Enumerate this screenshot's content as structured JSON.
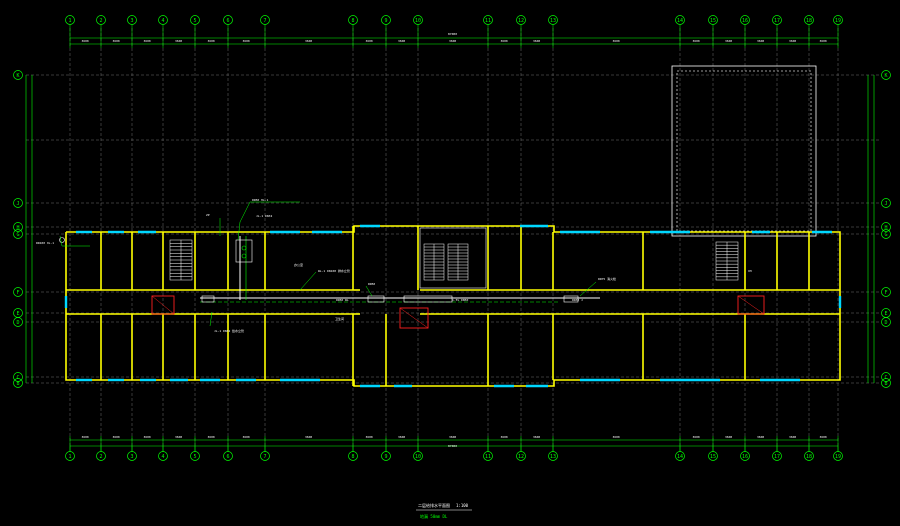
{
  "drawing": {
    "title": "二层给排水平面图",
    "scale": "1:100",
    "subtitle": "地漏 50mm DL",
    "colors": {
      "background": "#000000",
      "wall": "#ffff00",
      "axis": "#00ff00",
      "grid": "#9a9a9a",
      "window": "#00d8ff",
      "pipe": "#ffffff",
      "fixture": "#ff2020",
      "note": "#00ff00"
    }
  },
  "axes": {
    "vertical_labels": [
      "1",
      "2",
      "3",
      "4",
      "5",
      "6",
      "7",
      "8",
      "9",
      "10",
      "11",
      "12",
      "13",
      "14",
      "15",
      "16",
      "17",
      "18",
      "19"
    ],
    "horizontal_labels_left": [
      "K",
      "J",
      "H",
      "G",
      "F",
      "E",
      "D",
      "C",
      "B"
    ],
    "overall_dim_top": "87000",
    "overall_dim_bottom": "87000",
    "dims_top": [
      "3600",
      "3600",
      "3600",
      "3600",
      "3600",
      "3600",
      "3600",
      "3600",
      "3600",
      "3600",
      "3600",
      "3600",
      "3600",
      "3600",
      "3600",
      "3600",
      "3600",
      "3600"
    ],
    "dims_bottom": [
      "3600",
      "3600",
      "3600",
      "3600",
      "3600",
      "3600",
      "3600",
      "3600",
      "3600",
      "3600",
      "3600",
      "3600",
      "3600",
      "3600",
      "3600",
      "3600",
      "3600",
      "3600"
    ]
  },
  "annotations": {
    "wall_top": "DN50 HL-1",
    "wall_mid": "JL-1 DN32",
    "corridor_1": "DN50 WL",
    "corridor_2": "DN50",
    "corridor_3": "1.5% DN50",
    "pump_note": "DN32 J",
    "room_note": "办公室",
    "wc_note": "卫生间",
    "leader_1": "WL-1 DN100 排水立管",
    "leader_2": "JL-1 DN32 给水立管",
    "leader_3": "DN75 消火栓",
    "leader_4": "DN100 XL-1",
    "tag_a": "ZP",
    "tag_b": "XH"
  }
}
